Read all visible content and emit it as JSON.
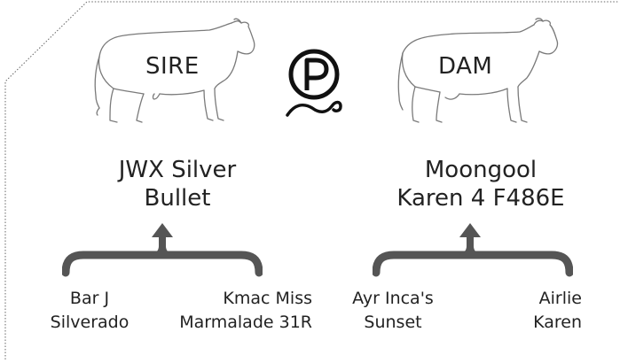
{
  "sire": {
    "role_label": "SIRE",
    "name_lines": [
      "JWX Silver",
      "Bullet"
    ],
    "parents": [
      {
        "lines": [
          "Bar J",
          "Silverado"
        ]
      },
      {
        "lines": [
          "Kmac Miss",
          "Marmalade 31R"
        ]
      }
    ]
  },
  "dam": {
    "role_label": "DAM",
    "name_lines": [
      "Moongool",
      "Karen 4 F486E"
    ],
    "parents": [
      {
        "lines": [
          "Ayr Inca's",
          "Sunset"
        ]
      },
      {
        "lines": [
          "Airlie",
          "Karen"
        ]
      }
    ]
  },
  "logo": {
    "letter": "P",
    "icon": "p-brand-rope-icon"
  },
  "colors": {
    "ink": "#222222",
    "outline": "#777777",
    "brace": "#555555"
  }
}
